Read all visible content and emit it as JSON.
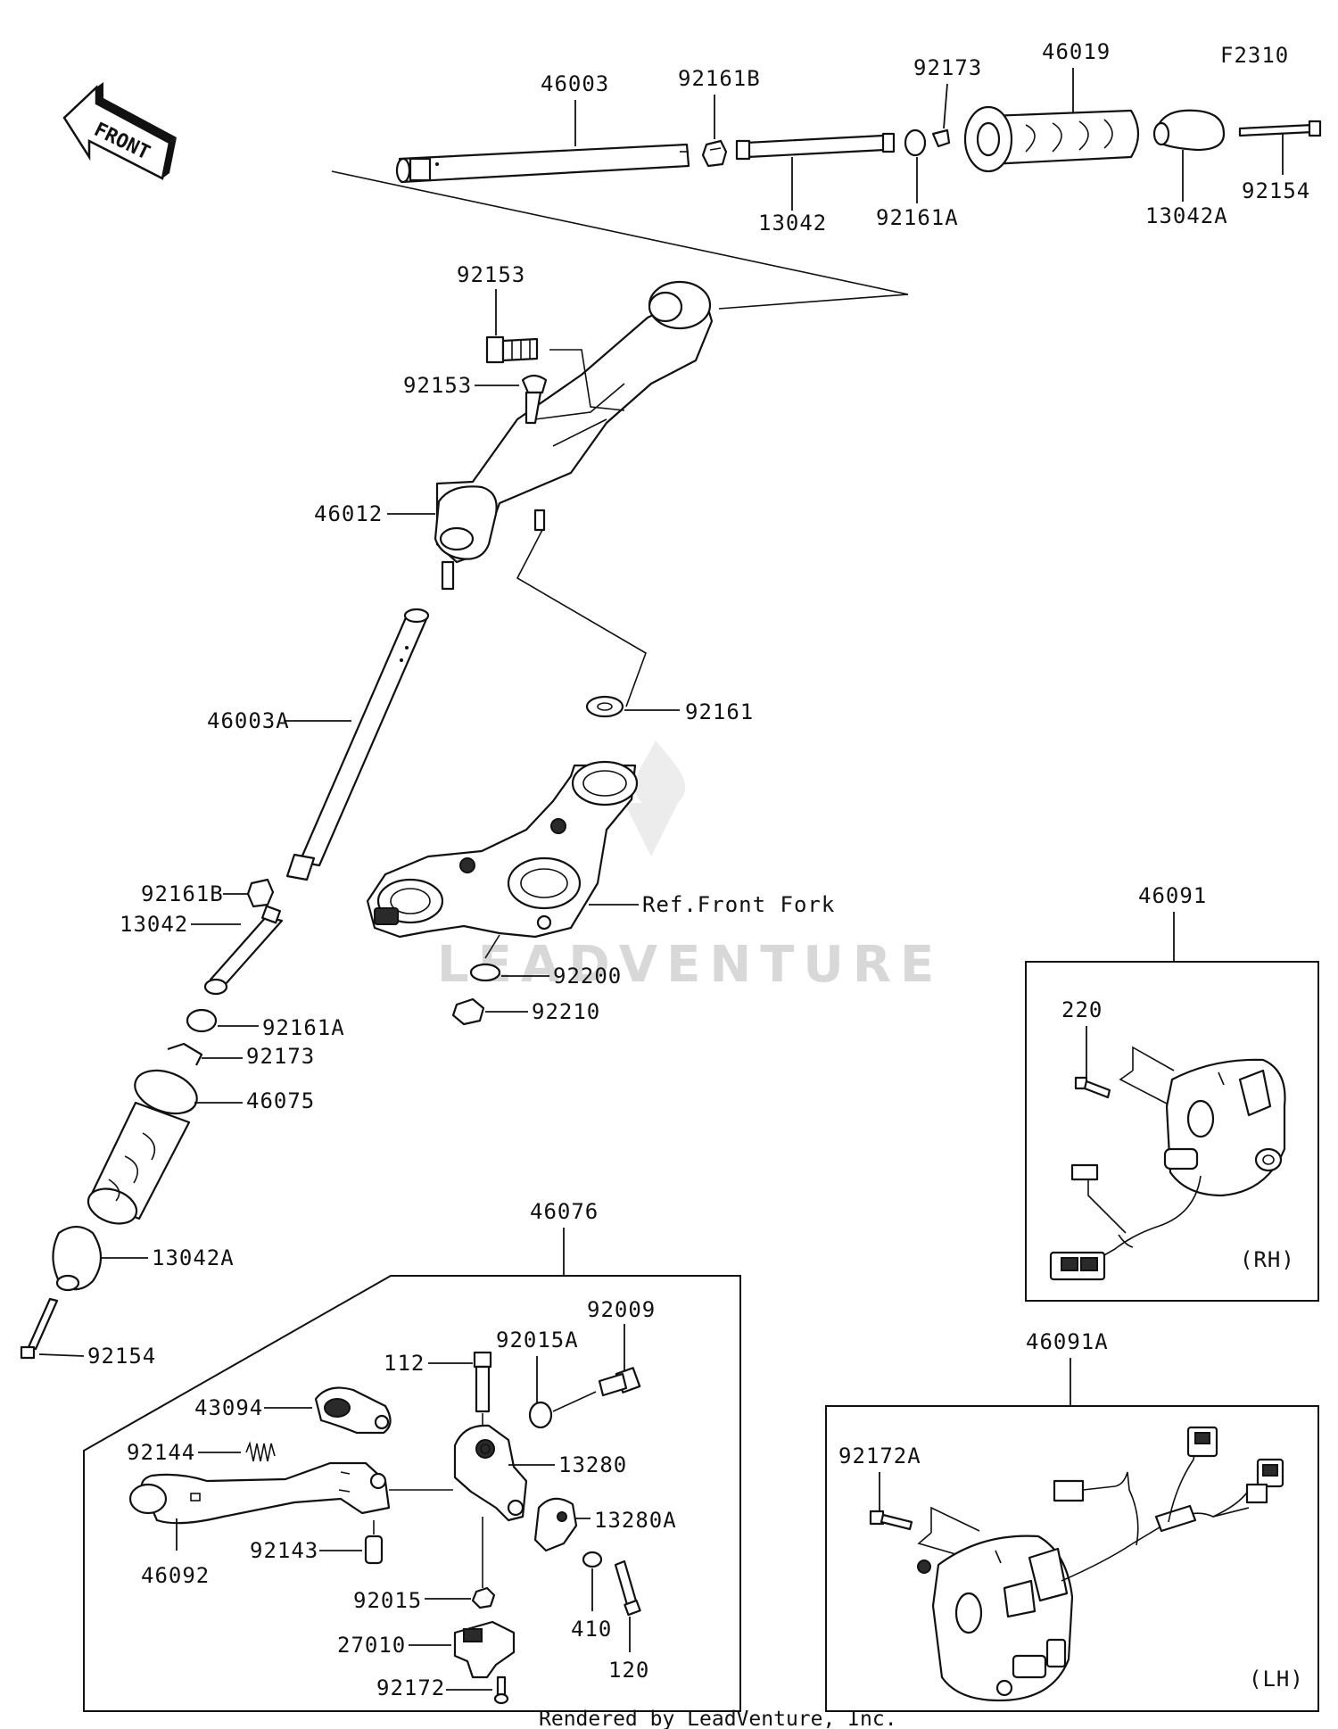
{
  "diagram_code": "F2310",
  "front_arrow_text": "FRONT",
  "watermark": "LEADVENTURE",
  "footer": "Rendered by LeadVenture, Inc.",
  "ref_note": "Ref.Front Fork",
  "box_rh_tag": "(RH)",
  "box_lh_tag": "(LH)",
  "labels": {
    "p46003": "46003",
    "p92161B_top": "92161B",
    "p92173_top": "92173",
    "p46019": "46019",
    "p13042_top": "13042",
    "p92161A_top": "92161A",
    "p13042A_top": "13042A",
    "p92154_top": "92154",
    "p92153_a": "92153",
    "p92153_b": "92153",
    "p46012": "46012",
    "p46003A": "46003A",
    "p92161": "92161",
    "p92161B_left": "92161B",
    "p13042_left": "13042",
    "p92200": "92200",
    "p92210": "92210",
    "p92161A_left": "92161A",
    "p92173_left": "92173",
    "p46075": "46075",
    "p13042A_left": "13042A",
    "p92154_left": "92154",
    "p46091": "46091",
    "p220": "220",
    "p46076": "46076",
    "p92009": "92009",
    "p92015A": "92015A",
    "p112": "112",
    "p43094": "43094",
    "p92144": "92144",
    "p13280": "13280",
    "p13280A": "13280A",
    "p92143": "92143",
    "p46092": "46092",
    "p92015": "92015",
    "p410": "410",
    "p27010": "27010",
    "p120": "120",
    "p92172": "92172",
    "p46091A": "46091A",
    "p92172A": "92172A"
  }
}
